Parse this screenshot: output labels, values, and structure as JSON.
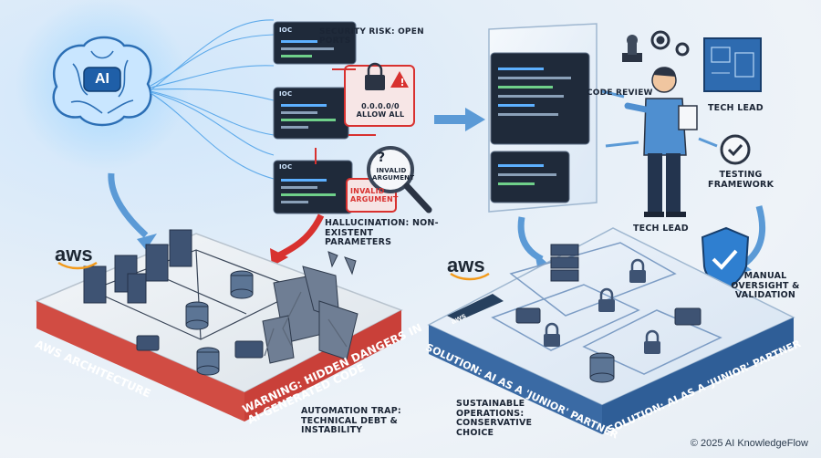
{
  "brain": {
    "label": "AI"
  },
  "left": {
    "aws_logo": "aws",
    "security_risk": "SECURITY RISK: OPEN PORTS",
    "code_line_1": "IoC",
    "code_line_2": "IoC",
    "code_line_3": "IoC",
    "allow_all": "0.0.0.0/0 ALLOW ALL",
    "invalid_arg_1": "INVALID ARGUMENT",
    "invalid_arg_2": "INVALID ARGUMENT",
    "question_mark": "?",
    "hallucination": "HALLUCINATION: NON-EXISTENT PARAMETERS",
    "base_label": "AWS ARCHITECTURE",
    "warning": "WARNING: HIDDEN DANGERS IN AI-GENERATED CODE",
    "trap": "AUTOMATION TRAP: TECHNICAL DEBT & INSTABILITY"
  },
  "right": {
    "aws_logo": "aws",
    "code_review": "CODE REVIEW",
    "tech_lead_top": "TECH LEAD",
    "testing": "TESTING FRAMEWORK",
    "tech_lead_bottom": "TECH LEAD",
    "manual": "MANUAL OVERSIGHT & VALIDATION",
    "sustainable": "SUSTAINABLE OPERATIONS: CONSERVATIVE CHOICE",
    "solution_left": "SOLUTION: AI AS A 'JUNIOR' PARTNER",
    "solution_right": "SOLUTION: AI AS A 'JUNIOR' PARTNER",
    "platform_tag": "aws"
  },
  "footer": {
    "copyright": "© 2025 AI KnowledgeFlow"
  },
  "colors": {
    "accent_blue": "#2f7fd0",
    "danger_red": "#d8312f",
    "dark_code": "#1f2a3a",
    "platform_blue": "#3d6fa8"
  }
}
